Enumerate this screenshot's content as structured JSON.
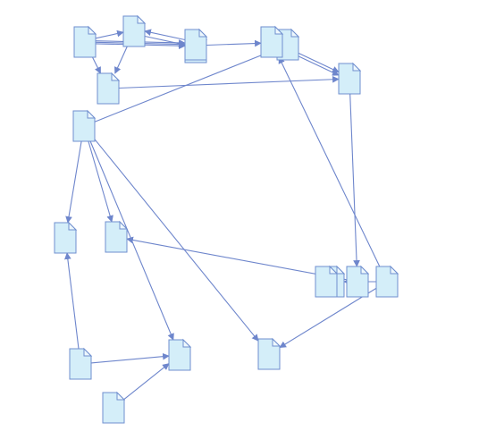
{
  "diagram": {
    "node_icon": "document-icon",
    "colors": {
      "page_fill": "#d4eef9",
      "page_stroke": "#6f8fcf",
      "fold_fill": "#eef8fd",
      "edge": "#6e86cc",
      "background": "#ffffff"
    },
    "nodes": [
      {
        "id": "d1"
      },
      {
        "id": "d2"
      },
      {
        "id": "d3"
      },
      {
        "id": "d4"
      },
      {
        "id": "d5"
      },
      {
        "id": "d6"
      },
      {
        "id": "d7"
      },
      {
        "id": "d8"
      },
      {
        "id": "d9"
      },
      {
        "id": "d10"
      },
      {
        "id": "d11"
      },
      {
        "id": "d12"
      },
      {
        "id": "d13"
      },
      {
        "id": "d14"
      },
      {
        "id": "d15"
      },
      {
        "id": "d16"
      },
      {
        "id": "d17"
      },
      {
        "id": "d18"
      },
      {
        "id": "d19"
      }
    ],
    "edges": [
      {
        "from": "d1",
        "to": "d2"
      },
      {
        "from": "d1",
        "to": "d3"
      },
      {
        "from": "d1",
        "to": "d3"
      },
      {
        "from": "d1",
        "to": "d3"
      },
      {
        "from": "d1",
        "to": "d4"
      },
      {
        "from": "d2",
        "to": "d4"
      },
      {
        "from": "d2",
        "to": "d3"
      },
      {
        "from": "d3",
        "to": "d2"
      },
      {
        "from": "d3",
        "to": "d5"
      },
      {
        "from": "d5",
        "to": "d7"
      },
      {
        "from": "d5",
        "to": "d7"
      },
      {
        "from": "d4",
        "to": "d7"
      },
      {
        "from": "d7",
        "to": "d14"
      },
      {
        "from": "d8",
        "to": "d6"
      },
      {
        "from": "d8",
        "to": "d9"
      },
      {
        "from": "d8",
        "to": "d10"
      },
      {
        "from": "d8",
        "to": "d11"
      },
      {
        "from": "d8",
        "to": "d12"
      },
      {
        "from": "d14",
        "to": "d10"
      },
      {
        "from": "d16",
        "to": "d15"
      },
      {
        "from": "d16",
        "to": "d5"
      },
      {
        "from": "d16",
        "to": "d12"
      },
      {
        "from": "d17",
        "to": "d9"
      },
      {
        "from": "d17",
        "to": "d11"
      },
      {
        "from": "d18",
        "to": "d11"
      }
    ]
  }
}
